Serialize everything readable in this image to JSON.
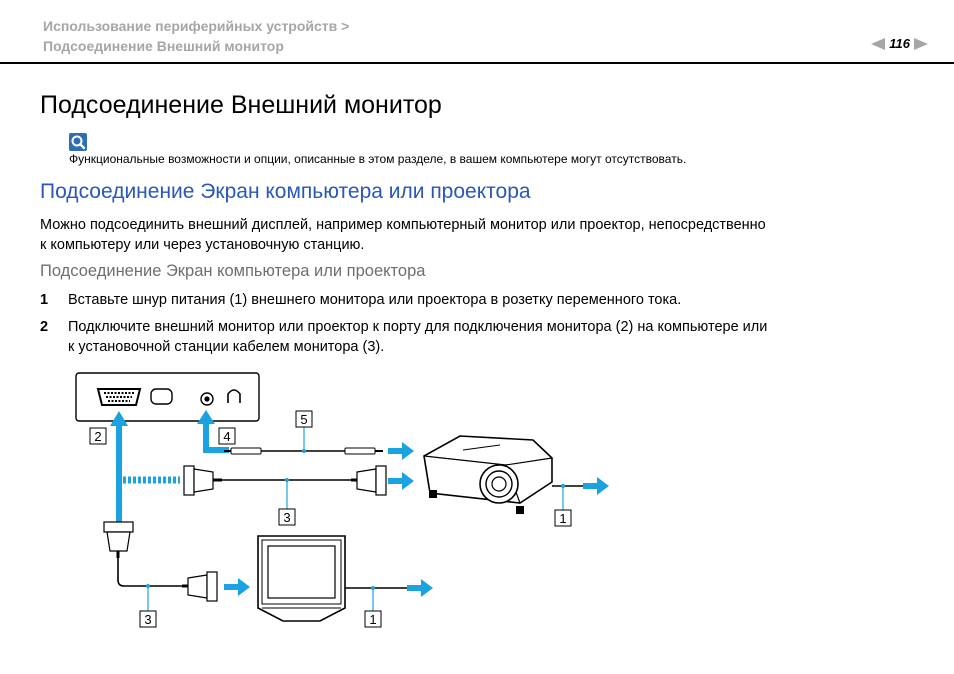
{
  "header": {
    "breadcrumb_line1": "Использование периферийных устройств >",
    "breadcrumb_line2": "Подсоединение Внешний монитор",
    "page_number": "116"
  },
  "title": "Подсоединение Внешний монитор",
  "note": {
    "icon": "magnifier-icon",
    "text": "Функциональные возможности и опции, описанные в этом разделе, в вашем компьютере могут отсутствовать."
  },
  "section": {
    "heading": "Подсоединение Экран компьютера или проектора",
    "intro_line1": "Можно подсоединить внешний дисплей, например компьютерный монитор или проектор, непосредственно",
    "intro_line2": "к компьютеру или через установочную станцию.",
    "subheading": "Подсоединение Экран компьютера или проектора"
  },
  "steps": [
    {
      "number": "1",
      "line1": "Вставьте шнур питания (1) внешнего монитора или проектора в розетку переменного тока.",
      "line2": ""
    },
    {
      "number": "2",
      "line1": "Подключите внешний монитор или проектор к порту для подключения монитора (2) на компьютере или",
      "line2": "к установочной станции кабелем монитора (3)."
    }
  ],
  "diagram": {
    "callouts": [
      "1",
      "2",
      "3",
      "4",
      "5"
    ],
    "accent_color": "#1aa3e0"
  }
}
